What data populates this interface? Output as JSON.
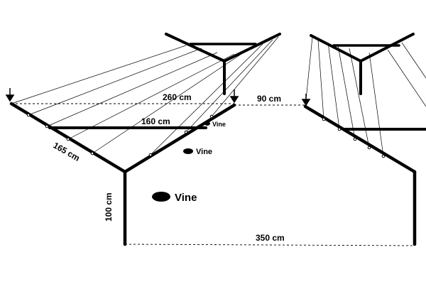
{
  "labels": {
    "span_260": "260 cm",
    "span_160": "160 cm",
    "span_90": "90 cm",
    "arm_165": "165 cm",
    "height_100": "100 cm",
    "span_350": "350 cm",
    "vine_small": "Vine",
    "vine_medium": "Vine",
    "vine_large": "Vine"
  },
  "colors": {
    "structure": "#000000",
    "background": "#ffffff"
  }
}
